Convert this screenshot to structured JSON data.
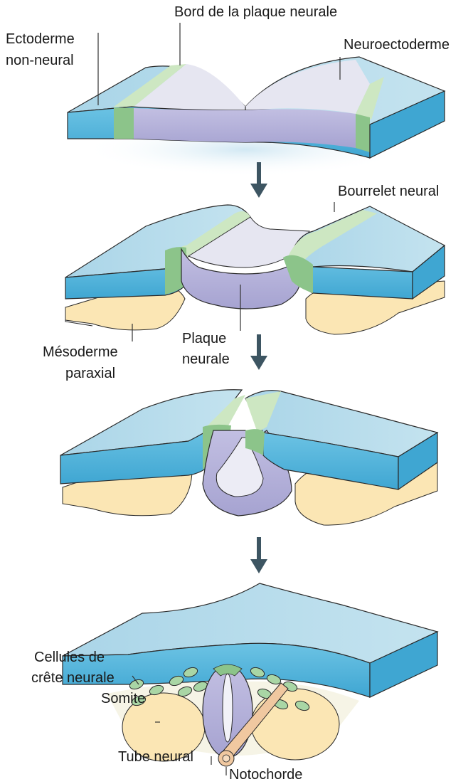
{
  "colors": {
    "ectoderm_top": "#b8dcea",
    "ectoderm_side": "#5bb8dc",
    "border_top": "#cde7c2",
    "border_side": "#8cc48a",
    "neuro_top": "#e6e6f1",
    "neuro_side": "#b3b0d6",
    "mesoderm": "#fbe6b4",
    "mesoderm_light": "#fdf5e2",
    "notochord": "#f0c8a0",
    "arrow": "#3d5562",
    "label_line": "#333333"
  },
  "labels": {
    "bord_plaque": "Bord de la plaque neurale",
    "ectoderme_l1": "Ectoderme",
    "ectoderme_l2": "non-neural",
    "neuroectoderme": "Neuroectoderme",
    "bourrelet": "Bourrelet neural",
    "mesoderme_l1": "Mésoderme",
    "mesoderme_l2": "paraxial",
    "plaque_l1": "Plaque",
    "plaque_l2": "neurale",
    "cellules_l1": "Cellules de",
    "cellules_l2": "crête neurale",
    "somite": "Somite",
    "tube": "Tube neural",
    "notochorde": "Notochorde"
  },
  "stages": [
    "neural-plate",
    "neural-folds",
    "neural-groove-closing",
    "neural-tube"
  ]
}
